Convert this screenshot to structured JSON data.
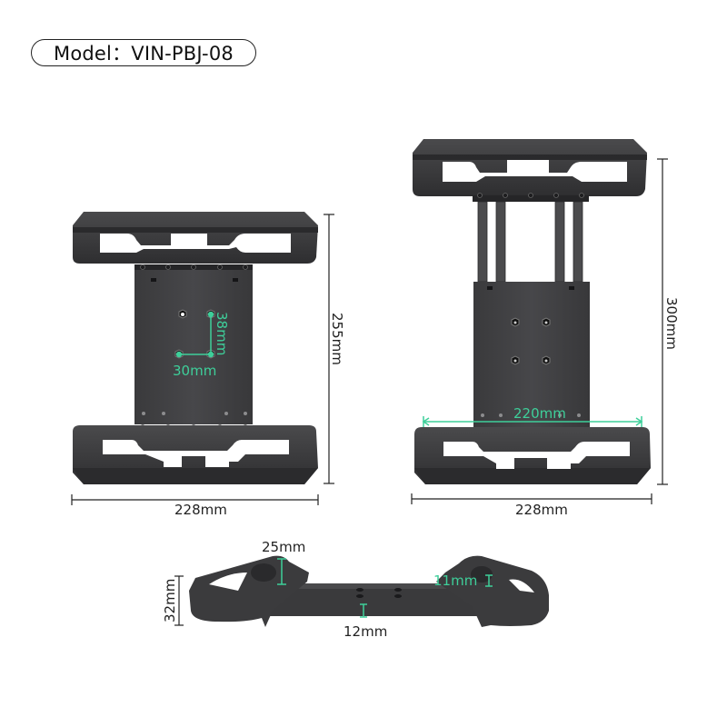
{
  "header": {
    "model_label": "Model：VIN-PBJ-08"
  },
  "views": {
    "front_closed": {
      "width_label": "228mm",
      "height_label": "255mm",
      "hole_vertical_label": "38mm",
      "hole_horizontal_label": "30mm"
    },
    "front_extended": {
      "width_label": "228mm",
      "height_label": "300mm",
      "inner_width_label": "220mm"
    },
    "side": {
      "height_label": "32mm",
      "lip_height_label": "25mm",
      "inner_lip_label": "11mm",
      "plate_thickness_label": "12mm"
    }
  },
  "colors": {
    "product_body": "#3d3d3f",
    "product_dark": "#2a2a2c",
    "dimension_line": "#222222",
    "accent_dimension": "#3ecf9a",
    "background": "#ffffff"
  }
}
